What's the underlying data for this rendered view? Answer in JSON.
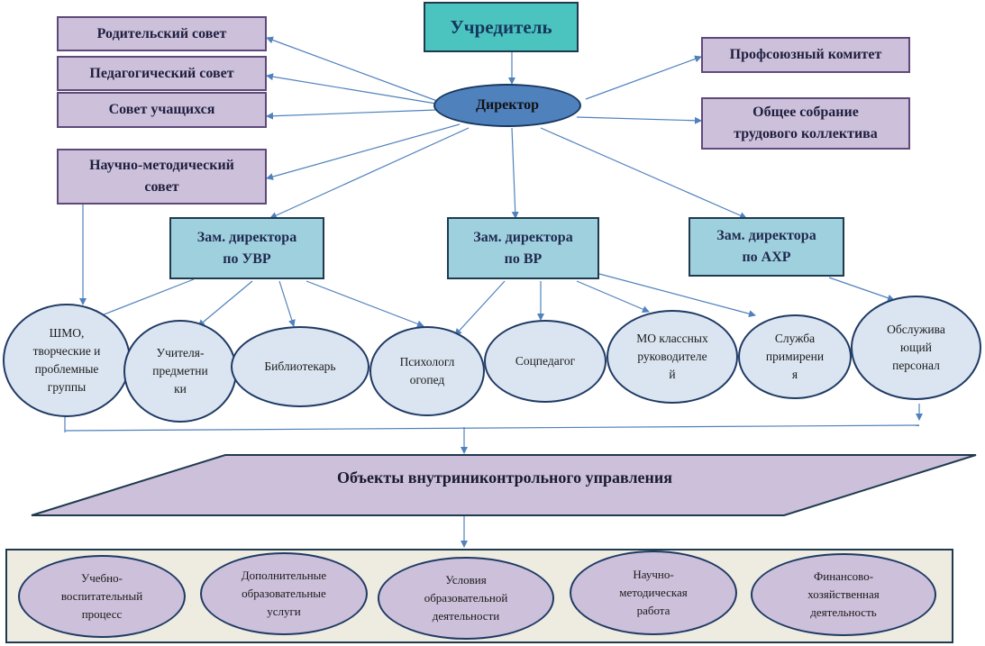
{
  "founder": "Учредитель",
  "director": "Директор",
  "councils": {
    "parents": "Родительский совет",
    "pedagogical": "Педагогический совет",
    "students": "Совет учащихся",
    "methodical": "Научно-методический\nсовет",
    "union": "Профсоюзный комитет",
    "assembly": "Общее собрание\nтрудового коллектива"
  },
  "deputies": {
    "uvr": "Зам. директора\nпо УВР",
    "vr": "Зам. директора\nпо ВР",
    "ahr": "Зам. директора\nпо АХР"
  },
  "units": {
    "shmo": "ШМО,\nтворческие и\nпроблемные\nгруппы",
    "teachers": "Учителя-\nпредметни\nки",
    "librarian": "Библиотекарь",
    "psychologist": "Психологл\nогопед",
    "social": "Соцпедагог",
    "mo_class": "МО классных\nруководителе\nй",
    "reconciliation": "Служба\nпримирени\nя",
    "staff": "Обслужива\nющий\nперсонал"
  },
  "objects_title": "Объекты внутриниконтрольного управления",
  "objects": {
    "educational": "Учебно-\nвоспитательный\nпроцесс",
    "additional": "Дополнительные\nобразовательные\nуслуги",
    "conditions": "Условия\nобразовательной\nдеятельности",
    "scientific": "Научно-\nметодическая\nработа",
    "financial": "Финансово-\nхозяйственная\nдеятельность"
  },
  "colors": {
    "council_fill": "#ccc0da",
    "founder_fill": "#4bc4c0",
    "deputy_fill": "#9fd0de",
    "director_fill": "#4f81bd",
    "unit_fill": "#dbe5f1",
    "objects_bg": "#eeece1",
    "arrow": "#4f81bd"
  }
}
